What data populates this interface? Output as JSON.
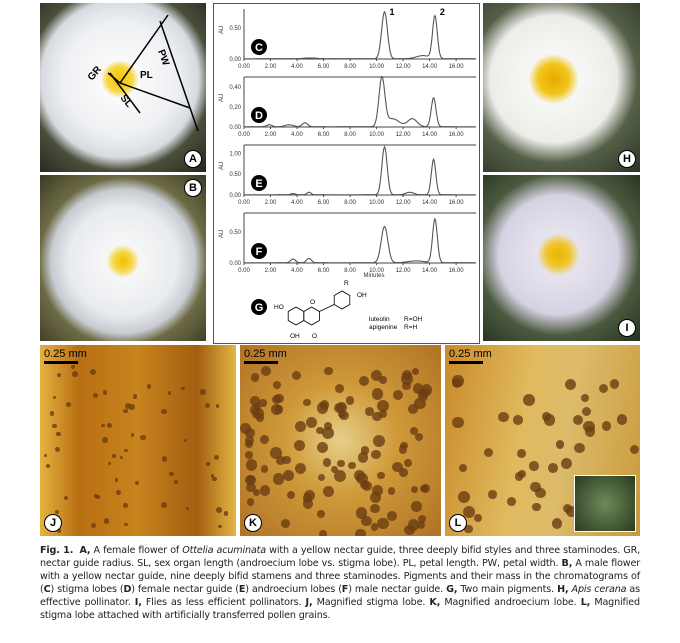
{
  "panels": {
    "A": "A",
    "B": "B",
    "H": "H",
    "I": "I",
    "J": "J",
    "K": "K",
    "L": "L"
  },
  "annotations_A": {
    "pw": "PW",
    "pl": "PL",
    "gr": "GR",
    "sl": "SL"
  },
  "scale_bar": "0.25 mm",
  "chart_data": [
    {
      "type": "line",
      "label": "C",
      "ylabel": "AU",
      "xlim": [
        0,
        17.5
      ],
      "ylim": [
        0,
        0.8
      ],
      "yticks": [
        "0.00",
        "0.50"
      ],
      "ytickvals": [
        0,
        0.5
      ],
      "peaks": [
        [
          5,
          0.012,
          0.5
        ],
        [
          10.6,
          0.75,
          0.22
        ],
        [
          13.5,
          0.05,
          0.5
        ],
        [
          14.4,
          0.68,
          0.18
        ]
      ],
      "peak_labels": [
        {
          "x": 10.6,
          "text": "1"
        },
        {
          "x": 14.4,
          "text": "2"
        }
      ]
    },
    {
      "type": "line",
      "label": "D",
      "ylabel": "AU",
      "xlim": [
        0,
        17.5
      ],
      "ylim": [
        0,
        0.5
      ],
      "yticks": [
        "0.00",
        "0.20",
        "0.40"
      ],
      "ytickvals": [
        0,
        0.2,
        0.4
      ],
      "peaks": [
        [
          1.9,
          0.02,
          0.2
        ],
        [
          3.4,
          0.02,
          0.3
        ],
        [
          4.6,
          0.04,
          0.2
        ],
        [
          10.4,
          0.48,
          0.22
        ],
        [
          11.2,
          0.08,
          0.5
        ],
        [
          12.7,
          0.08,
          0.35
        ],
        [
          14.3,
          0.29,
          0.18
        ]
      ]
    },
    {
      "type": "line",
      "label": "E",
      "ylabel": "AU",
      "xlim": [
        0,
        17.5
      ],
      "ylim": [
        0,
        1.2
      ],
      "yticks": [
        "0.00",
        "0.50",
        "1.00"
      ],
      "ytickvals": [
        0,
        0.5,
        1
      ],
      "peaks": [
        [
          3.7,
          0.03,
          0.15
        ],
        [
          4.9,
          0.06,
          0.15
        ],
        [
          10.6,
          1.15,
          0.2
        ],
        [
          12.5,
          0.06,
          0.3
        ],
        [
          14.3,
          0.85,
          0.17
        ]
      ]
    },
    {
      "type": "line",
      "label": "F",
      "ylabel": "AU",
      "xlim": [
        0,
        17.5
      ],
      "ylim": [
        0,
        0.8
      ],
      "yticks": [
        "0.00",
        "0.50"
      ],
      "ytickvals": [
        0,
        0.5
      ],
      "peaks": [
        [
          3.7,
          0.06,
          0.18
        ],
        [
          4.9,
          0.07,
          0.18
        ],
        [
          10.6,
          0.58,
          0.25
        ],
        [
          13,
          0.03,
          0.6
        ],
        [
          14.4,
          0.7,
          0.18
        ]
      ]
    }
  ],
  "xticks": [
    "0.00",
    "2.00",
    "4.00",
    "6.00",
    "8.00",
    "10.00",
    "12.00",
    "14.00",
    "16.00"
  ],
  "xtickvals": [
    0,
    2,
    4,
    6,
    8,
    10,
    12,
    14,
    16
  ],
  "xlabel": "Minutes",
  "structure": {
    "label": "G",
    "r": "R",
    "oh1": "OH",
    "oh2": "HO",
    "oh3": "OH",
    "o1": "O",
    "o2": "O",
    "luteolin": "luteolin",
    "luteolin_r": "R=OH",
    "apigenine": "apigenine",
    "apigenine_r": "R=H"
  },
  "caption": {
    "fig": "Fig. 1.",
    "a": "A,",
    "t1": " A female flower of ",
    "sp": "Ottelia acuminata",
    "t2": " with a yellow nectar guide, three deeply bifid styles and three staminodes. GR, nectar guide radius. SL, sex organ length (androecium lobe vs. stigma lobe). PL, petal length. PW, petal width. ",
    "b": "B,",
    "t3": " A male flower with a yellow nectar guide, nine deeply bifid stamens and three staminodes. Pigments and their mass in the chromatograms of (",
    "c": "C",
    "t4": ") stigma lobes (",
    "d": "D",
    "t5": ") female nectar guide (",
    "e": "E",
    "t6": ") androecium lobes (",
    "f": "F",
    "t7": ") male nectar guide. ",
    "g": "G,",
    "t8": " Two main pigments. ",
    "h": "H,",
    "t9": " ",
    "ap": "Apis cerana",
    "t10": " as effective pollinator. ",
    "i": "I,",
    "t11": " Flies as less efficient pollinators. ",
    "j": "J,",
    "t12": " Magnified stigma lobe. ",
    "k": "K,",
    "t13": " Magnified androecium lobe. ",
    "l": "L,",
    "t14": " Magnified stigma lobe attached with artificially transferred pollen grains."
  }
}
